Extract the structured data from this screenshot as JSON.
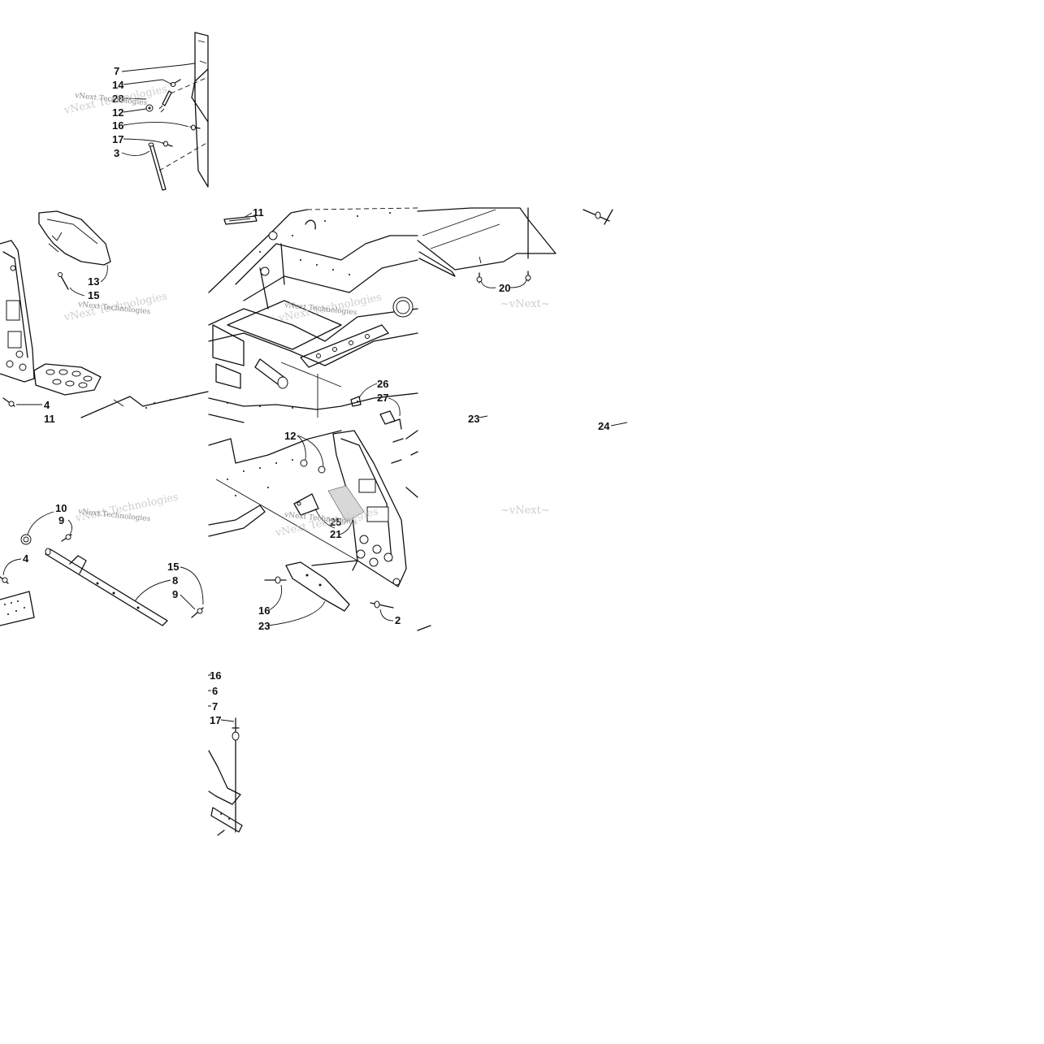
{
  "tiles": {
    "top_left": {
      "callouts": [
        "7",
        "14",
        "28",
        "12",
        "16",
        "17",
        "3"
      ],
      "watermark": "vNext Technologies"
    },
    "mid_left": {
      "callouts": [
        "13",
        "15",
        "4",
        "11"
      ],
      "watermark": "vNext Technologies"
    },
    "mid_center": {
      "callouts": [
        "11",
        "26",
        "27"
      ],
      "watermark": "vNext Technologies"
    },
    "mid_right": {
      "callouts": [
        "20"
      ]
    },
    "lower_right": {
      "callouts": [
        "23",
        "24"
      ]
    },
    "lower_left": {
      "callouts": [
        "10",
        "9",
        "4",
        "15",
        "8",
        "9"
      ],
      "watermark": "vNext Technologies"
    },
    "lower_center": {
      "callouts": [
        "12",
        "25",
        "21",
        "16",
        "23",
        "2"
      ],
      "watermark": "vNext Technologies"
    },
    "bottom": {
      "callouts": [
        "16",
        "6",
        "7",
        "17"
      ]
    }
  }
}
